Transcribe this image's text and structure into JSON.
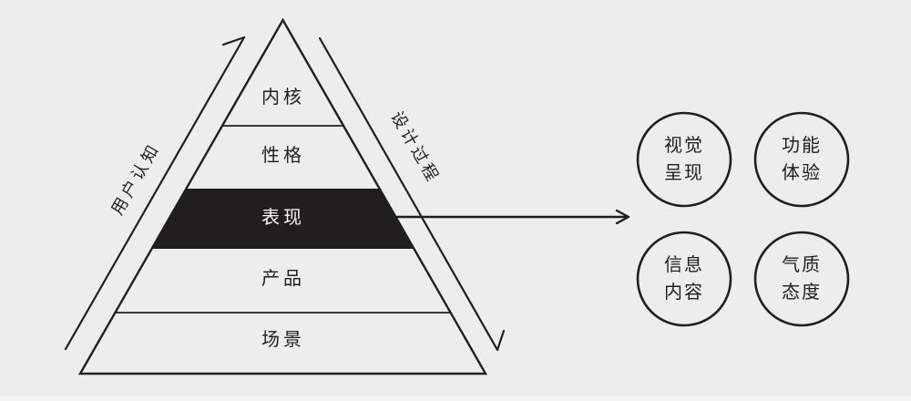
{
  "colors": {
    "background": "#ededed",
    "ink": "#1f1f1f",
    "highlight_band": "#211e1f",
    "highlight_text": "#f5f5f5"
  },
  "pyramid": {
    "levels": [
      {
        "label": "内核",
        "highlighted": false
      },
      {
        "label": "性格",
        "highlighted": false
      },
      {
        "label": "表现",
        "highlighted": true
      },
      {
        "label": "产品",
        "highlighted": false
      },
      {
        "label": "场景",
        "highlighted": false
      }
    ],
    "left_arrow_label": "用户认知",
    "right_arrow_label": "设计过程"
  },
  "bubbles": [
    {
      "line1": "视觉",
      "line2": "呈现"
    },
    {
      "line1": "功能",
      "line2": "体验"
    },
    {
      "line1": "信息",
      "line2": "内容"
    },
    {
      "line1": "气质",
      "line2": "态度"
    }
  ]
}
